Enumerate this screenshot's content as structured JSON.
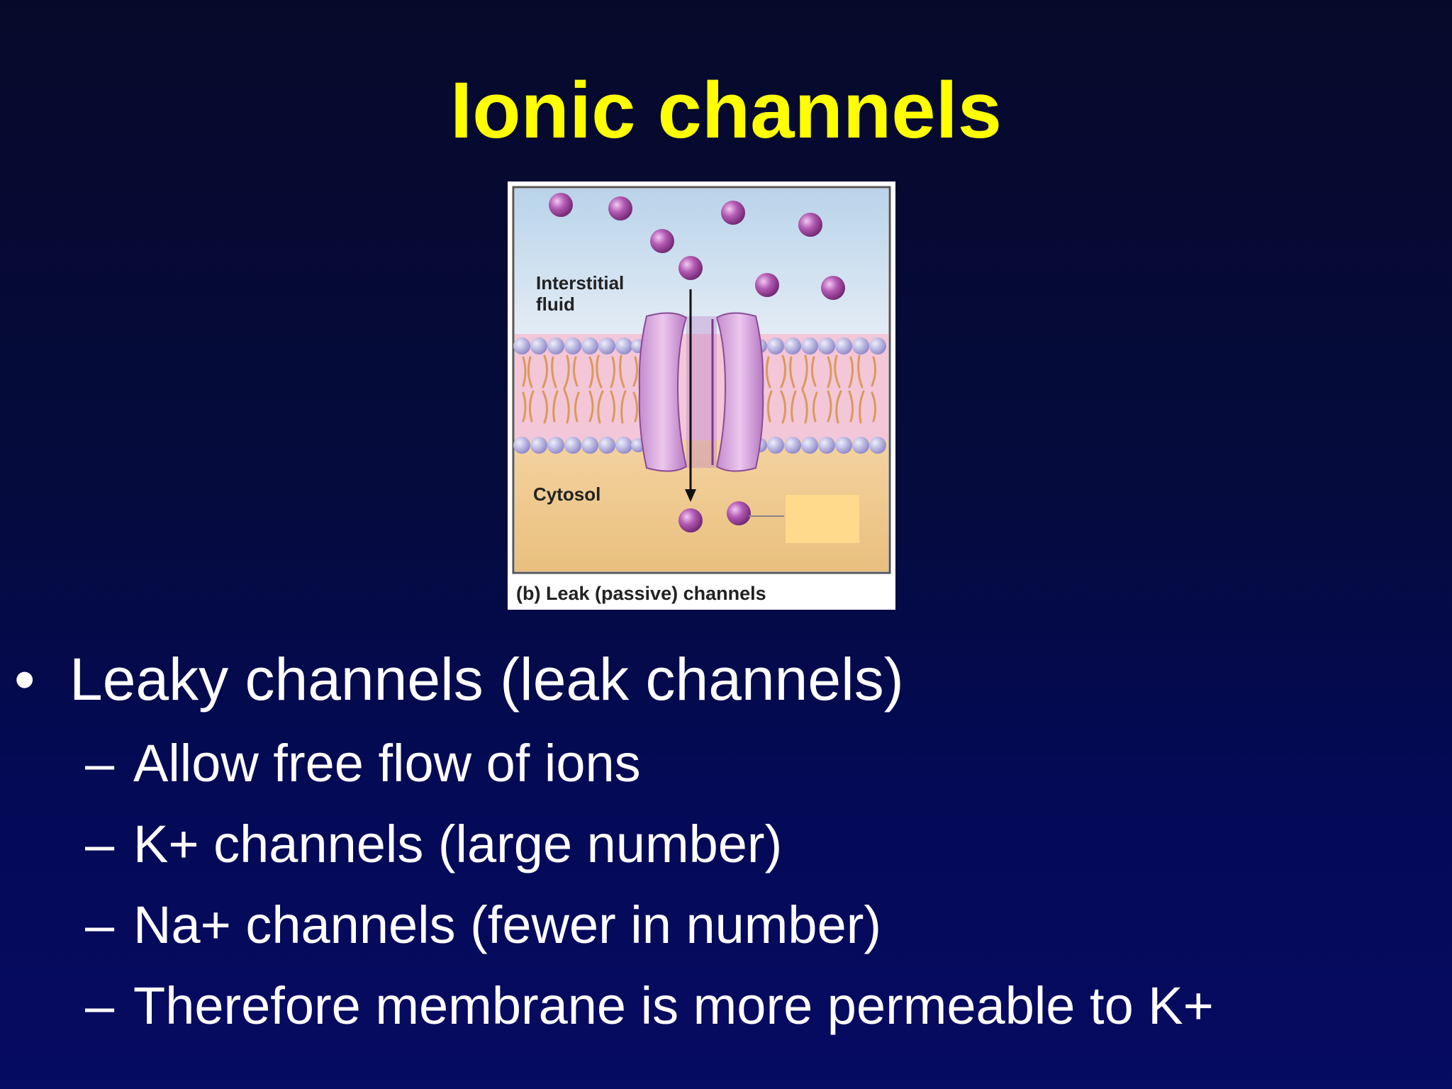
{
  "slide": {
    "title": "Ionic channels"
  },
  "figure": {
    "label_interstitial_line1": "Interstitial",
    "label_interstitial_line2": "fluid",
    "label_cytosol": "Cytosol",
    "caption": "(b) Leak (passive) channels",
    "colors": {
      "interstitial": "#cfe0ef",
      "cytosol": "#f0c98a",
      "ion": "#a64aa6",
      "channel": "#d9a7de",
      "lipid_head": "#a9a6d8",
      "lipid_tail": "#e6b07a",
      "label_box": "#ffd98c"
    }
  },
  "bullets": {
    "main": "Leaky channels (leak channels)",
    "main_marker": "•",
    "sub_marker": "–",
    "items": [
      "Allow free flow of ions",
      "K+ channels (large number)",
      "Na+ channels (fewer in number)",
      "Therefore membrane is more permeable to K+"
    ]
  },
  "colors": {
    "title": "#ffff00",
    "text": "#ffffff",
    "background": "#050b4a"
  }
}
